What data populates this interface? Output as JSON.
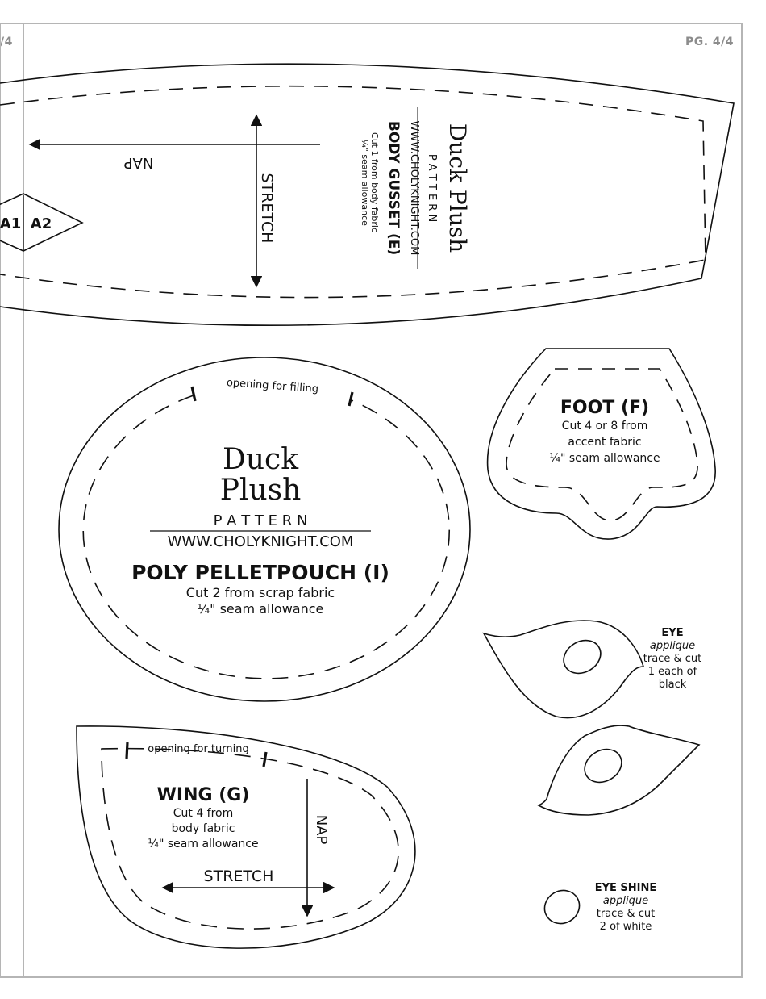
{
  "page": {
    "page_left_label": "/4",
    "page_number": "PG. 4/4",
    "accent_border_color": "#b5b5b5"
  },
  "body_gusset": {
    "title": "Duck Plush",
    "pattern_word": "P A T T E R N",
    "website": "WWW.CHOLYKNIGHT.COM",
    "piece_name": "BODY GUSSET (E)",
    "cut_instructions": "Cut 1 from body fabric",
    "seam_allowance": "¼\" seam allowance",
    "nap_label": "NAP",
    "stretch_label": "STRETCH",
    "match_marks": [
      "A1",
      "A2"
    ]
  },
  "pellet_pouch": {
    "title_line1": "Duck",
    "title_line2": "Plush",
    "pattern_word": "P A T T E R N",
    "website": "WWW.CHOLYKNIGHT.COM",
    "piece_name": "POLY PELLETPOUCH (I)",
    "cut_instructions": "Cut 2 from scrap fabric",
    "seam_allowance": "¼\" seam allowance",
    "opening_note": "opening for filling"
  },
  "foot": {
    "piece_name": "FOOT (F)",
    "cut_line1": "Cut 4 or 8 from",
    "cut_line2": "accent fabric",
    "seam_allowance": "¼\" seam allowance"
  },
  "eye": {
    "piece_name": "EYE",
    "method": "applique",
    "line1": "trace & cut",
    "line2": "1 each of",
    "line3": "black"
  },
  "eye_shine": {
    "piece_name": "EYE SHINE",
    "method": "applique",
    "line1": "trace & cut",
    "line2": "2 of white"
  },
  "wing": {
    "piece_name": "WING (G)",
    "cut_line1": "Cut 4 from",
    "cut_line2": "body fabric",
    "seam_allowance": "¼\" seam allowance",
    "opening_note": "opening for turning",
    "nap_label": "NAP",
    "stretch_label": "STRETCH"
  }
}
